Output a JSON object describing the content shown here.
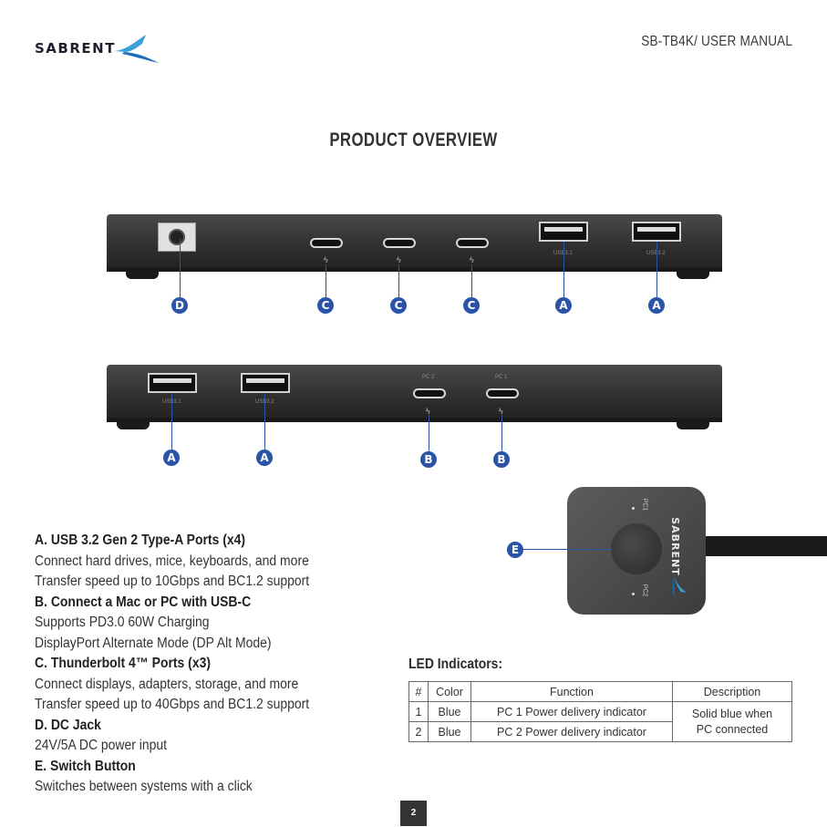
{
  "header": {
    "logo_text": "SABRENT",
    "manual_title": "SB-TB4K/ USER MANUAL"
  },
  "page_title": "PRODUCT OVERVIEW",
  "front_panel": {
    "ports": [
      {
        "callout": "D"
      },
      {
        "callout": "C"
      },
      {
        "callout": "C"
      },
      {
        "callout": "C"
      },
      {
        "callout": "A",
        "port_label": "USB3.1"
      },
      {
        "callout": "A",
        "port_label": "USB3.2"
      }
    ]
  },
  "rear_panel": {
    "ports": [
      {
        "callout": "A",
        "port_label": "USB3.1"
      },
      {
        "callout": "A",
        "port_label": "USB3.2"
      },
      {
        "callout": "B",
        "port_label": "PC 2"
      },
      {
        "callout": "B",
        "port_label": "PC 1"
      }
    ]
  },
  "switch": {
    "callout": "E",
    "logo": "SABRENT",
    "label_pc1": "PC1",
    "label_pc2": "PC2"
  },
  "features": [
    {
      "heading": "A. USB 3.2 Gen 2 Type-A Ports (x4)",
      "lines": [
        "Connect hard drives, mice, keyboards, and more",
        "Transfer speed up to 10Gbps and BC1.2 support"
      ]
    },
    {
      "heading": "B. Connect a Mac or PC with USB-C",
      "lines": [
        "Supports PD3.0 60W Charging",
        "DisplayPort Alternate Mode (DP Alt Mode)"
      ]
    },
    {
      "heading": "C. Thunderbolt 4™ Ports (x3)",
      "lines": [
        "Connect displays, adapters, storage, and more",
        "Transfer speed up to 40Gbps and BC1.2 support"
      ]
    },
    {
      "heading": "D. DC Jack",
      "lines": [
        "24V/5A DC power input"
      ]
    },
    {
      "heading": "E. Switch Button",
      "lines": [
        "Switches between systems with a click"
      ]
    }
  ],
  "led": {
    "title": "LED Indicators:",
    "headers": [
      "#",
      "Color",
      "Function",
      "Description"
    ],
    "rows": [
      {
        "num": "1",
        "color": "Blue",
        "function": "PC 1 Power delivery indicator"
      },
      {
        "num": "2",
        "color": "Blue",
        "function": "PC 2 Power delivery indicator"
      }
    ],
    "description_line1": "Solid blue when",
    "description_line2": "PC connected"
  },
  "page_number": "2",
  "colors": {
    "callout_blue": "#2a54a6",
    "device_gray": "#2e2e2e"
  },
  "icons": [
    "thunderbolt-icon",
    "sabrent-swoosh-icon"
  ]
}
